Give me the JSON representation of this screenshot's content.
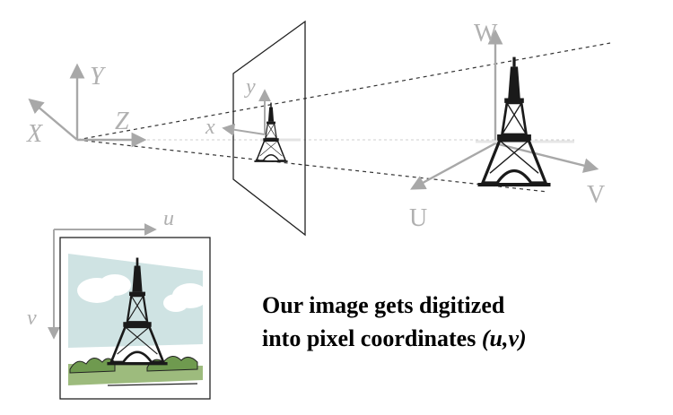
{
  "world_axes": {
    "x": "U",
    "y": "V",
    "z": "W"
  },
  "camera_axes": {
    "x": "X",
    "y": "Y",
    "z": "Z"
  },
  "image_plane_axes": {
    "x": "x",
    "y": "y"
  },
  "pixel_axes": {
    "u": "u",
    "v": "v"
  },
  "caption": {
    "line1": "Our image gets digitized",
    "line2_prefix": "into pixel coordinates ",
    "line2_emph": "(u,v)"
  },
  "colors": {
    "axis": "#a8a8a8",
    "tower": "#1a1a1a",
    "sky": "#cfe3e3",
    "grass": "#9dbb7d",
    "bush": "#6f9a4f"
  }
}
